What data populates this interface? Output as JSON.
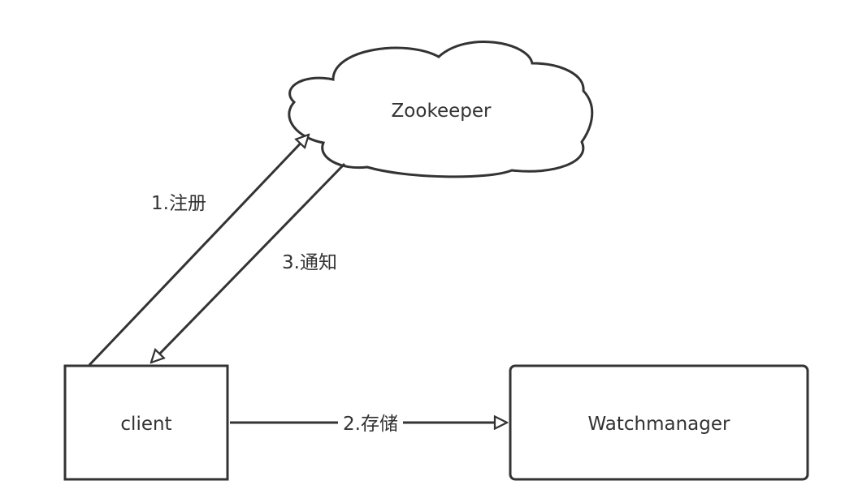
{
  "nodes": {
    "zookeeper": {
      "label": "Zookeeper",
      "shape": "cloud"
    },
    "client": {
      "label": "client",
      "shape": "rectangle"
    },
    "watchmanager": {
      "label": "Watchmanager",
      "shape": "rounded-rectangle"
    }
  },
  "edges": [
    {
      "from": "client",
      "to": "zookeeper",
      "label": "1.注册",
      "arrowhead": "open-triangle"
    },
    {
      "from": "client",
      "to": "watchmanager",
      "label": "2.存储",
      "arrowhead": "open-triangle"
    },
    {
      "from": "zookeeper",
      "to": "client",
      "label": "3.通知",
      "arrowhead": "open-triangle"
    }
  ],
  "colors": {
    "stroke": "#333333",
    "text": "#333333",
    "background": "#ffffff"
  }
}
